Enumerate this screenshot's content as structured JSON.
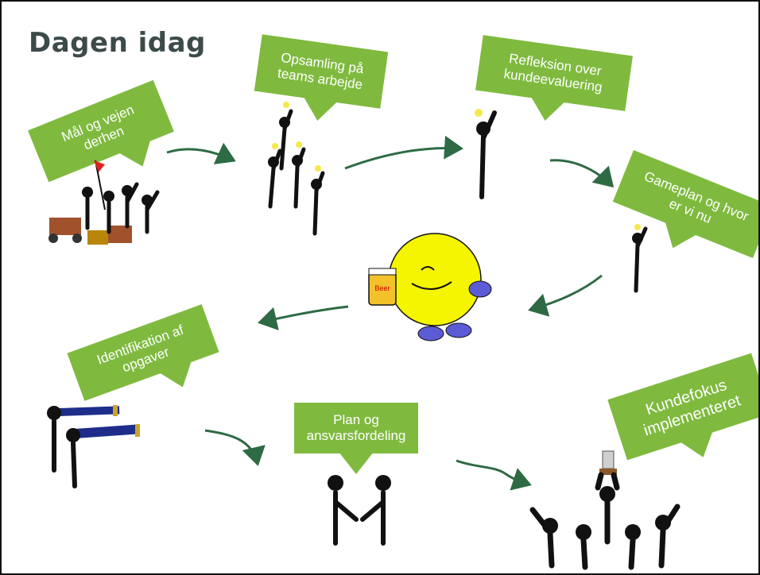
{
  "slide": {
    "title": "Dagen idag",
    "steps": [
      {
        "id": "goal",
        "label": "Mål og vejen\nderhen"
      },
      {
        "id": "summary",
        "label": "Opsamling på\nteams arbejde"
      },
      {
        "id": "reflection",
        "label": "Refleksion over\nkundeevaluering"
      },
      {
        "id": "gameplan",
        "label": "Gameplan og hvor\ner vi nu"
      },
      {
        "id": "identify",
        "label": "Identifikation af\nopgaver"
      },
      {
        "id": "plan",
        "label": "Plan og\nansvarsfordeling"
      },
      {
        "id": "focus",
        "label": "Kundefokus\nimplementeret"
      }
    ],
    "colors": {
      "callout": "#7fba3f",
      "arrow": "#2e6b45",
      "figure": "#111111",
      "smiley": "#f5f500"
    },
    "beer_label": "Beer"
  }
}
